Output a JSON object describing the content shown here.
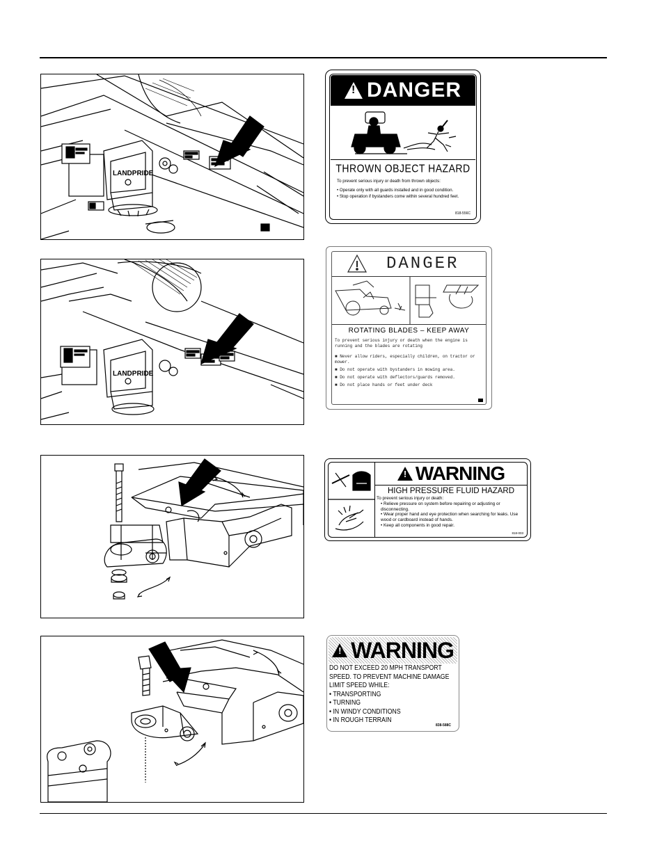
{
  "decals": {
    "danger_thrown": {
      "header": "DANGER",
      "title": "THROWN OBJECT HAZARD",
      "intro": "To prevent serious injury or death from thrown objects:",
      "items": [
        "Operate only with all guards installed and in good condition.",
        "Stop operation if bystanders come within several hundred feet."
      ],
      "code": "818-556C"
    },
    "danger_blades": {
      "header": "DANGER",
      "title": "ROTATING BLADES – KEEP AWAY",
      "intro": "To prevent serious injury or death when the engine is running and the blades are rotating",
      "items": [
        "Never allow riders, especially children, on tractor or mower.",
        "Do not operate with bystanders in mowing area.",
        "Do not operate with deflectors/guards removed.",
        "Do not place hands or feet under deck"
      ]
    },
    "warning_fluid": {
      "header": "WARNING",
      "title": "HIGH PRESSURE FLUID HAZARD",
      "intro": "To prevent serious injury or death:",
      "items": [
        "Relieve pressure on system before repairing or adjusting or disconnecting.",
        "Wear proper hand and eye protection when searching for leaks. Use wood or cardboard instead of hands.",
        "Keep all components in good repair."
      ],
      "code": "818-003"
    },
    "warning_speed": {
      "header": "WARNING",
      "intro": "DO NOT EXCEED 20 MPH TRANSPORT SPEED. TO PREVENT MACHINE DAMAGE LIMIT SPEED WHILE:",
      "items": [
        "TRANSPORTING",
        "TURNING",
        "IN WINDY CONDITIONS",
        "IN ROUGH TERRAIN"
      ],
      "code": "838-588C"
    }
  },
  "illustrations": {
    "brand_label": "LANDPRIDE"
  }
}
